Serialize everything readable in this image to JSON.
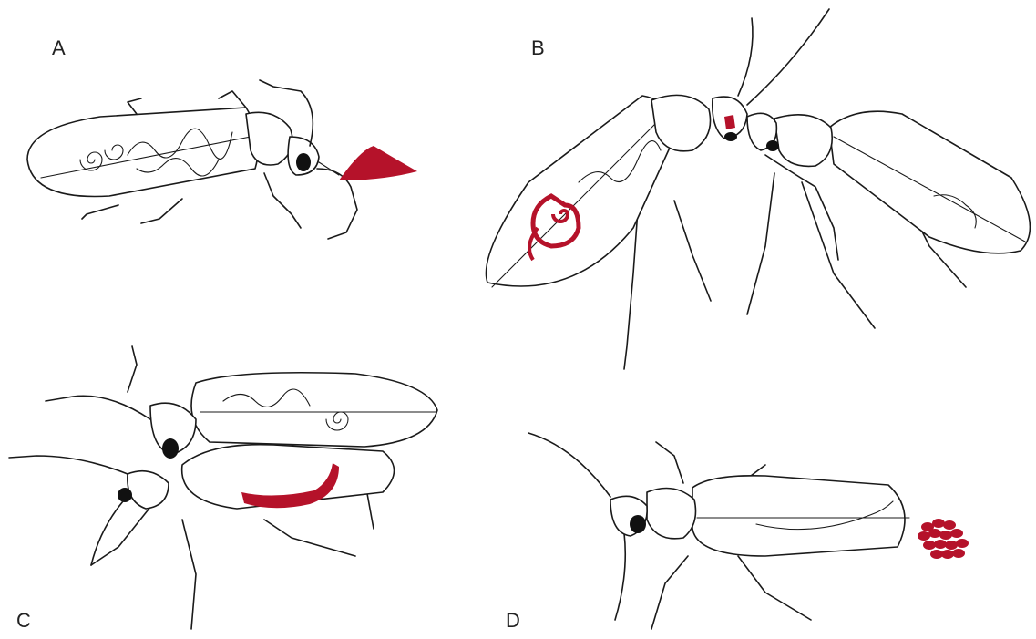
{
  "figure": {
    "panels": [
      {
        "label": "A"
      },
      {
        "label": "B"
      },
      {
        "label": "C"
      },
      {
        "label": "D"
      }
    ]
  },
  "colors": {
    "background": "#ffffff",
    "line": "#1a1a1a",
    "highlight": "#b5122a"
  }
}
